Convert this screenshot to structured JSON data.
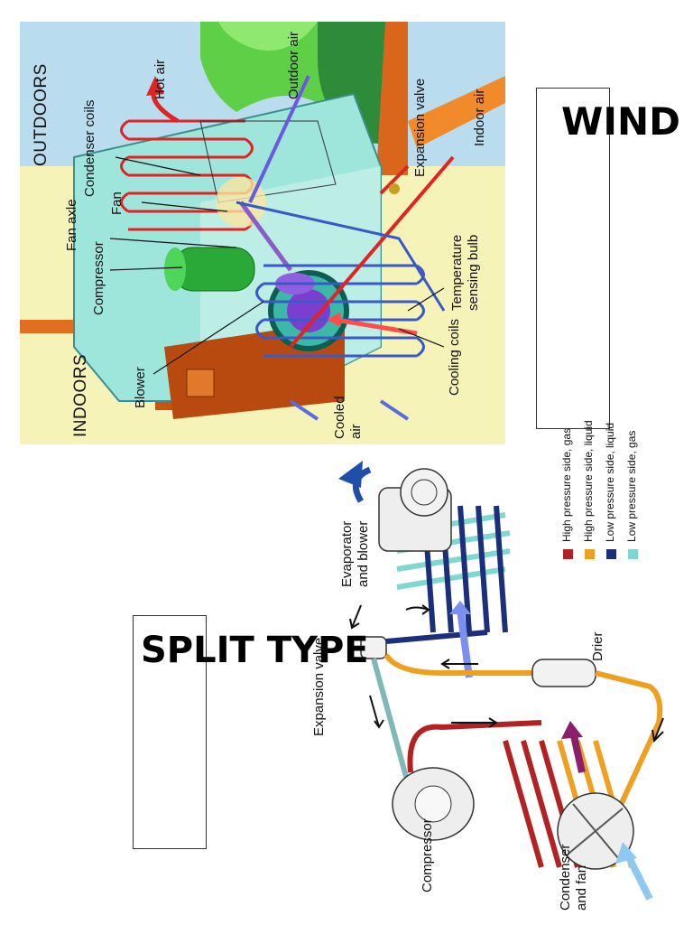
{
  "titles": {
    "window": "WIND",
    "split": "SPLIT TYPE"
  },
  "window_unit": {
    "labels": {
      "outdoors": "OUTDOORS",
      "indoors": "INDOORS",
      "hot_air": "Hot air",
      "condenser_coils": "Condenser coils",
      "outdoor_air": "Outdoor air",
      "fan": "Fan",
      "fan_axle": "Fan axle",
      "compressor": "Compressor",
      "blower": "Blower",
      "expansion_valve": "Expansion valve",
      "indoor_air": "Indoor air",
      "temperature_sensing_bulb": "Temperature sensing bulb",
      "cooling_coils": "Cooling coils",
      "cooled_air": "Cooled air"
    }
  },
  "split_system": {
    "labels": {
      "evaporator_and_blower": "Evaporator and blower",
      "expansion_valve": "Expansion valve",
      "drier": "Drier",
      "compressor": "Compressor",
      "condenser_and_fan": "Condenser and fan"
    },
    "legend": [
      {
        "label": "High pressure side, gas",
        "color": "#b22222"
      },
      {
        "label": "High pressure side, liquid",
        "color": "#f0a020"
      },
      {
        "label": "Low pressure side, liquid",
        "color": "#1b2f7a"
      },
      {
        "label": "Low pressure side, gas",
        "color": "#7fd8d0"
      }
    ]
  },
  "colors": {
    "window_bg": "#f5f3b8",
    "sky": "#b9dcef",
    "house": "#d9661a",
    "unit_body": "#9ee6dc",
    "hot_coil": "#e02424",
    "cold_coil": "#3a58c8",
    "compressor": "#2aa838"
  }
}
